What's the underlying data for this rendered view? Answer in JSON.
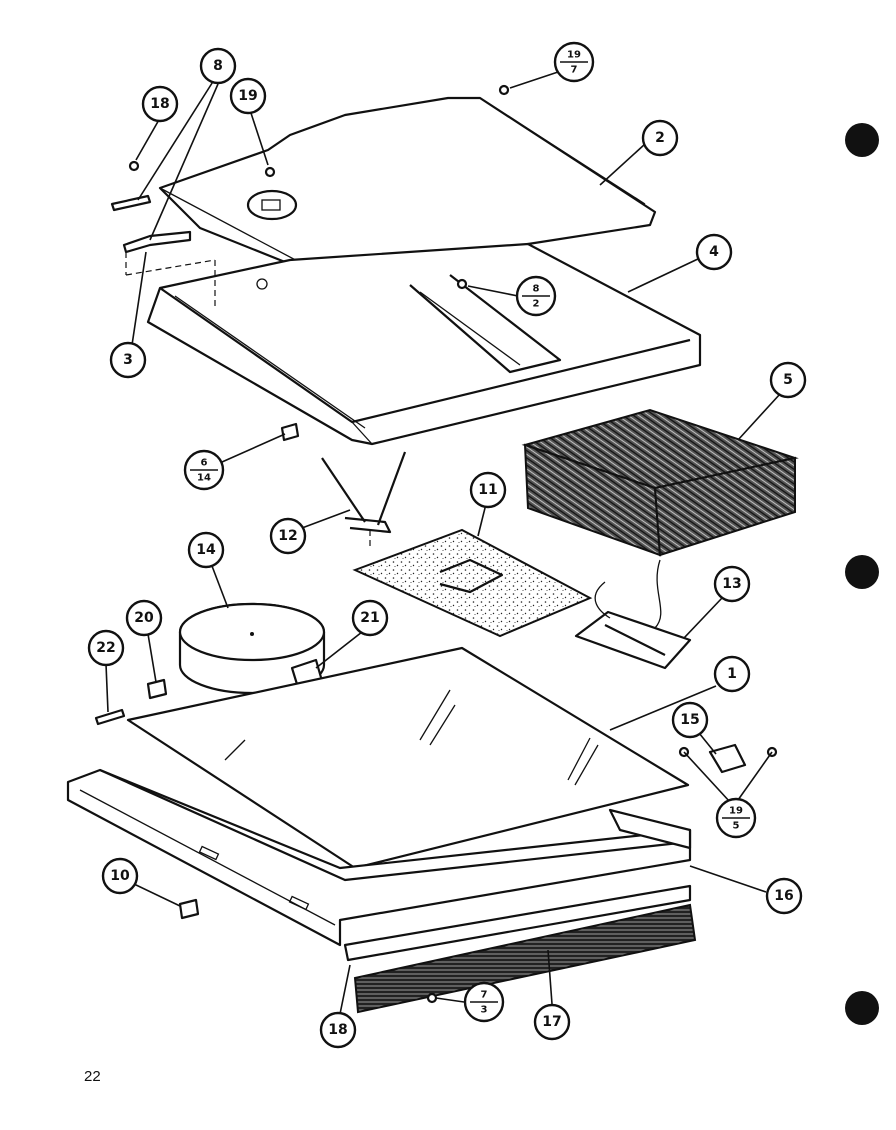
{
  "page_number": "22",
  "callouts": [
    {
      "id": "c-8a",
      "label": "8"
    },
    {
      "id": "c-18a",
      "label": "18"
    },
    {
      "id": "c-19a",
      "label": "19"
    },
    {
      "id": "c-19-7",
      "num": "19",
      "den": "7"
    },
    {
      "id": "c-2",
      "label": "2"
    },
    {
      "id": "c-4",
      "label": "4"
    },
    {
      "id": "c-8-2",
      "num": "8",
      "den": "2"
    },
    {
      "id": "c-3",
      "label": "3"
    },
    {
      "id": "c-5",
      "label": "5"
    },
    {
      "id": "c-6-14",
      "num": "6",
      "den": "14"
    },
    {
      "id": "c-12",
      "label": "12"
    },
    {
      "id": "c-11",
      "label": "11"
    },
    {
      "id": "c-14",
      "label": "14"
    },
    {
      "id": "c-13",
      "label": "13"
    },
    {
      "id": "c-20",
      "label": "20"
    },
    {
      "id": "c-21",
      "label": "21"
    },
    {
      "id": "c-22",
      "label": "22"
    },
    {
      "id": "c-1",
      "label": "1"
    },
    {
      "id": "c-15",
      "label": "15"
    },
    {
      "id": "c-19-5",
      "num": "19",
      "den": "5"
    },
    {
      "id": "c-10",
      "label": "10"
    },
    {
      "id": "c-16",
      "label": "16"
    },
    {
      "id": "c-18b",
      "label": "18"
    },
    {
      "id": "c-7-3",
      "num": "7",
      "den": "3"
    },
    {
      "id": "c-17",
      "label": "17"
    }
  ]
}
